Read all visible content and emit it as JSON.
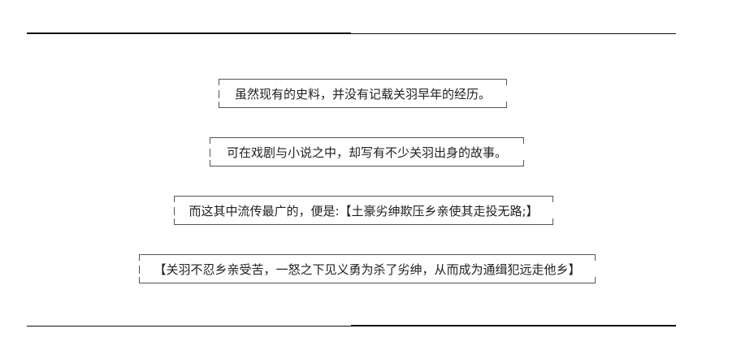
{
  "lines": [
    "虽然现有的史料，并没有记载关羽早年的经历。",
    "可在戏剧与小说之中，却写有不少关羽出身的故事。",
    "而这其中流传最广的，便是:【土豪劣绅欺压乡亲使其走投无路;】",
    "【关羽不忍乡亲受苦，一怒之下见义勇为杀了劣绅，从而成为通缉犯远走他乡】"
  ]
}
